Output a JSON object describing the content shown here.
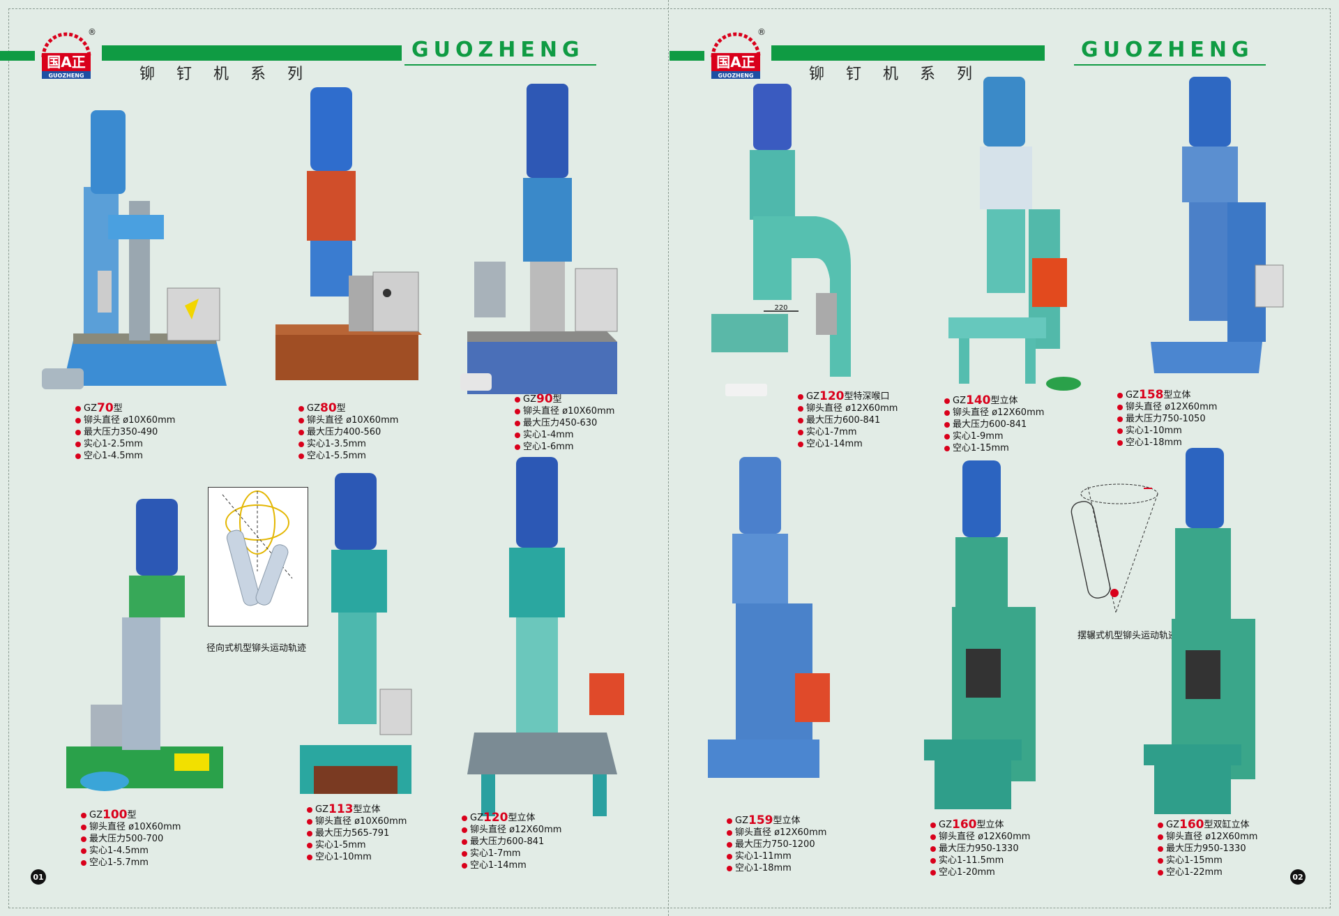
{
  "brand": {
    "name": "GUOZHENG",
    "logo_text": "国A正",
    "logo_sub": "GUOZHENG",
    "registered": "®"
  },
  "header": {
    "series_title": "铆 钉 机 系 列"
  },
  "page_numbers": {
    "left": "01",
    "right": "02"
  },
  "colors": {
    "accent_green": "#0f9b43",
    "model_red": "#d9001b",
    "background": "#e2ece6"
  },
  "left_page": {
    "products": [
      {
        "prefix": "GZ",
        "num": "70",
        "suffix": "型",
        "specs": [
          "铆头直径 ø10X60mm",
          "最大压力350-490",
          "实心1-2.5mm",
          "空心1-4.5mm"
        ]
      },
      {
        "prefix": "GZ",
        "num": "80",
        "suffix": "型",
        "specs": [
          "铆头直径 ø10X60mm",
          "最大压力400-560",
          "实心1-3.5mm",
          "空心1-5.5mm"
        ]
      },
      {
        "prefix": "GZ",
        "num": "90",
        "suffix": "型",
        "specs": [
          "铆头直径 ø10X60mm",
          "最大压力450-630",
          "实心1-4mm",
          "空心1-6mm"
        ]
      },
      {
        "prefix": "GZ",
        "num": "100",
        "suffix": "型",
        "specs": [
          "铆头直径 ø10X60mm",
          "最大压力500-700",
          "实心1-4.5mm",
          "空心1-5.7mm"
        ]
      },
      {
        "prefix": "GZ",
        "num": "113",
        "suffix": "型立体",
        "specs": [
          "铆头直径 ø10X60mm",
          "最大压力565-791",
          "实心1-5mm",
          "空心1-10mm"
        ]
      },
      {
        "prefix": "GZ",
        "num": "120",
        "suffix": "型立体",
        "specs": [
          "铆头直径 ø12X60mm",
          "最大压力600-841",
          "实心1-7mm",
          "空心1-14mm"
        ]
      }
    ],
    "diagram_caption": "径向式机型铆头运动轨迹"
  },
  "right_page": {
    "products": [
      {
        "prefix": "GZ",
        "num": "120",
        "suffix": "型特深喉口",
        "specs": [
          "铆头直径 ø12X60mm",
          "最大压力600-841",
          "实心1-7mm",
          "空心1-14mm"
        ]
      },
      {
        "prefix": "GZ",
        "num": "140",
        "suffix": "型立体",
        "specs": [
          "铆头直径 ø12X60mm",
          "最大压力600-841",
          "实心1-9mm",
          "空心1-15mm"
        ]
      },
      {
        "prefix": "GZ",
        "num": "158",
        "suffix": "型立体",
        "specs": [
          "铆头直径 ø12X60mm",
          "最大压力750-1050",
          "实心1-10mm",
          "空心1-18mm"
        ]
      },
      {
        "prefix": "GZ",
        "num": "159",
        "suffix": "型立体",
        "specs": [
          "铆头直径 ø12X60mm",
          "最大压力750-1200",
          "实心1-11mm",
          "空心1-18mm"
        ]
      },
      {
        "prefix": "GZ",
        "num": "160",
        "suffix": "型立体",
        "specs": [
          "铆头直径 ø12X60mm",
          "最大压力950-1330",
          "实心1-11.5mm",
          "空心1-20mm"
        ]
      },
      {
        "prefix": "GZ",
        "num": "160",
        "suffix": "型双缸立体",
        "specs": [
          "铆头直径 ø12X60mm",
          "最大压力950-1330",
          "实心1-15mm",
          "空心1-22mm"
        ]
      }
    ],
    "diagram_caption": "摆辗式机型铆头运动轨迹",
    "throat_label": "220"
  }
}
